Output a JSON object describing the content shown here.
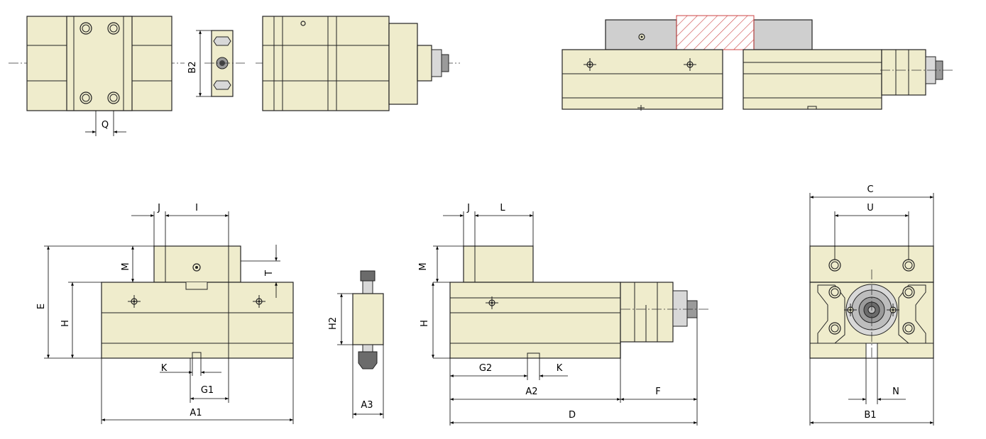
{
  "labels": {
    "q": "Q",
    "b2": "B2",
    "e": "E",
    "h_front": "H",
    "m_front": "M",
    "t": "T",
    "j_front": "J",
    "i": "I",
    "k_front": "K",
    "g1": "G1",
    "a1": "A1",
    "h2": "H2",
    "a3": "A3",
    "j_side": "J",
    "l": "L",
    "m_side": "M",
    "h_side": "H",
    "g2": "G2",
    "k_side": "K",
    "a2": "A2",
    "f": "F",
    "d": "D",
    "c": "C",
    "u": "U",
    "n": "N",
    "b1": "B1"
  },
  "colors": {
    "body": "#efeccc",
    "jaw_gray": "#cfcfcf",
    "hatch": "#cc4444",
    "line": "#222222"
  }
}
